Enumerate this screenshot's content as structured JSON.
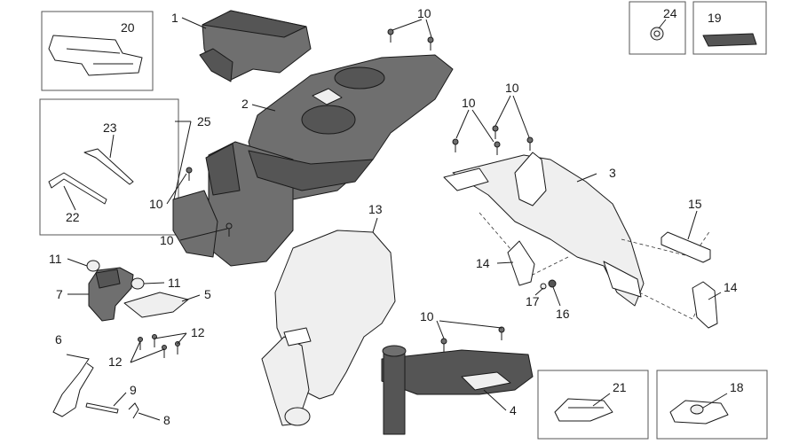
{
  "callouts": {
    "c1": "1",
    "c2": "2",
    "c3": "3",
    "c4": "4",
    "c5": "5",
    "c6": "6",
    "c7": "7",
    "c8": "8",
    "c9": "9",
    "c10a": "10",
    "c10b": "10",
    "c10c": "10",
    "c10d": "10",
    "c10e": "10",
    "c10f": "10",
    "c11a": "11",
    "c11b": "11",
    "c12a": "12",
    "c12b": "12",
    "c13": "13",
    "c14a": "14",
    "c14b": "14",
    "c15": "15",
    "c16": "16",
    "c17": "17",
    "c18": "18",
    "c19": "19",
    "c20": "20",
    "c21": "21",
    "c22": "22",
    "c23": "23",
    "c24": "24",
    "c25": "25"
  },
  "colors": {
    "part_fill": "#6f6f6f",
    "line": "#1a1a1a",
    "box_stroke": "#555555"
  }
}
